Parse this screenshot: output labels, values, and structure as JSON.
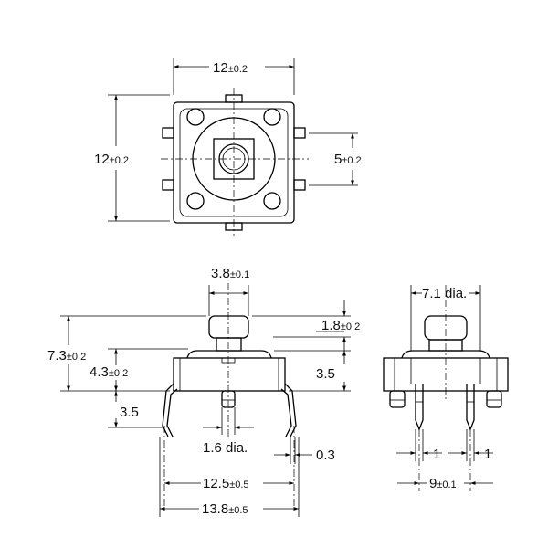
{
  "top_view": {
    "width": {
      "value": "12",
      "tol": "±0.2"
    },
    "height": {
      "value": "12",
      "tol": "±0.2"
    },
    "terminal_pitch": {
      "value": "5",
      "tol": "±0.2"
    }
  },
  "side_view": {
    "actuator_width": {
      "value": "3.8",
      "tol": "±0.1"
    },
    "actuator_height": {
      "value": "1.8",
      "tol": "±0.2"
    },
    "total_height": {
      "value": "7.3",
      "tol": "±0.2"
    },
    "body_height": {
      "value": "4.3",
      "tol": "±0.2"
    },
    "body_to_top": {
      "value": "3.5",
      "tol": ""
    },
    "lead_length": {
      "value": "3.5",
      "tol": ""
    },
    "pin_dia": {
      "value": "1.6 dia.",
      "tol": ""
    },
    "lead_thickness": {
      "value": "0.3",
      "tol": ""
    },
    "lead_span": {
      "value": "12.5",
      "tol": "±0.5"
    },
    "overall_span": {
      "value": "13.8",
      "tol": "±0.5"
    }
  },
  "end_view": {
    "actuator_dia": {
      "value": "7.1 dia.",
      "tol": ""
    },
    "lead_width_left": {
      "value": "1",
      "tol": ""
    },
    "lead_width_right": {
      "value": "1",
      "tol": ""
    },
    "lead_pitch": {
      "value": "9",
      "tol": "±0.1"
    }
  }
}
